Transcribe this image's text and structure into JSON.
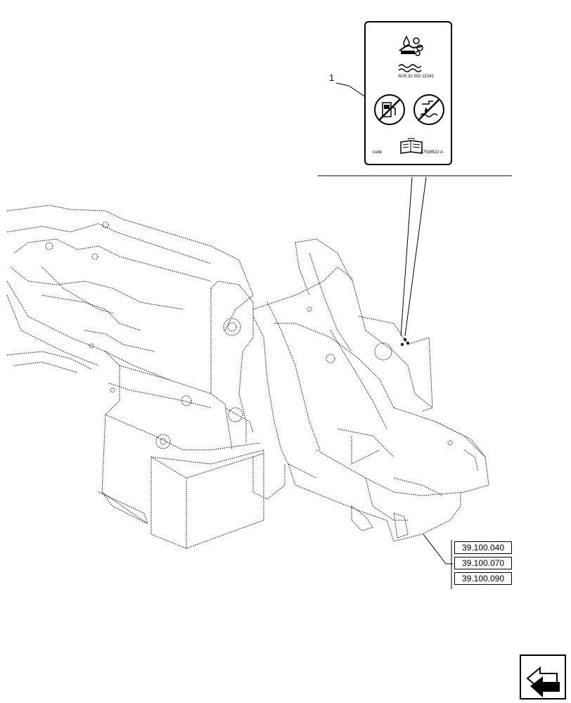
{
  "callout": {
    "number": "1"
  },
  "decal": {
    "spec_text": "AUS 32  ISO 22241",
    "code_label": "code",
    "part_number": "47536522 A"
  },
  "references": [
    {
      "code": "39.100.040"
    },
    {
      "code": "39.100.070"
    },
    {
      "code": "39.100.090"
    }
  ],
  "icons": [
    "def-fluid-icon",
    "no-diesel-icon",
    "no-water-icon",
    "manual-book-icon",
    "navigation-arrow-icon"
  ],
  "colors": {
    "line": "#000000",
    "background": "#ffffff"
  }
}
